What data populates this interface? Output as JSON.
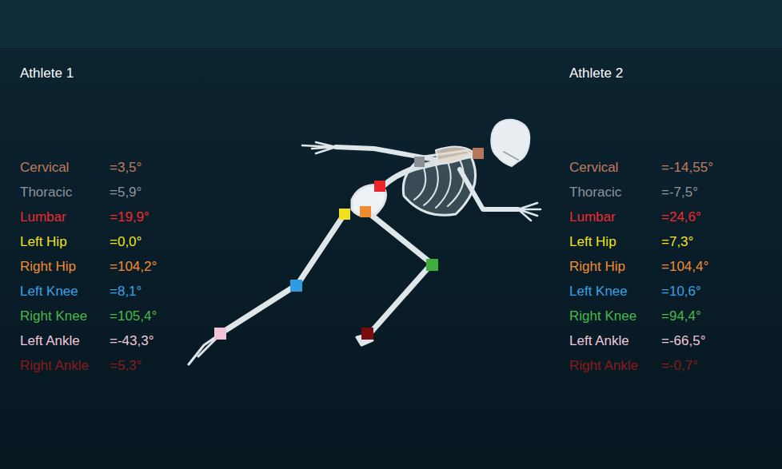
{
  "diagram": {
    "labels": [
      "Athlete 1",
      "Cervical",
      "=3,5°",
      "Thoracic",
      "=5,9°",
      "Lumbar",
      "=19,9°",
      "Left Hip",
      "=0,0°",
      "Right Hip",
      "=104,2°",
      "Left Knee",
      "=8,1°",
      "Right Knee",
      "=105,4°",
      "Left Ankle",
      "=-43,3°",
      "Right Ankle",
      "=5,3°",
      "Athlete 2",
      "Cervical",
      "=-14,55°",
      "Thoracic",
      "=-7,5°",
      "Lumbar",
      "=24,6°",
      "Left Hip",
      "=7,3°",
      "Right Hip",
      "=104,4°",
      "Left Knee",
      "=10,6°",
      "Right Knee",
      "=94,4°",
      "Left Ankle",
      "=-66,5°",
      "Right Ankle",
      "=-0,7°"
    ]
  }
}
